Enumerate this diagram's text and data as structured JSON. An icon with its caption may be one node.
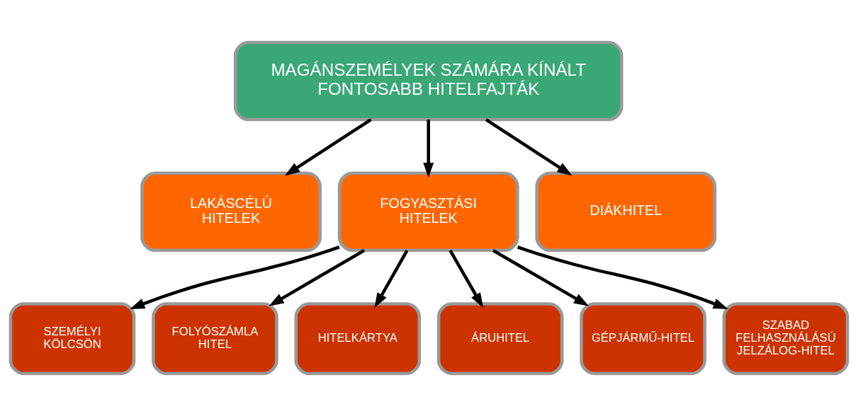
{
  "diagram": {
    "nodes": [
      {
        "text": [
          "MAGÁNSZEMÉLYEK SZÁMÁRA KÍNÁLT FONTOSABB HITELFAJTÁK"
        ]
      },
      {
        "text": [
          "LAKÁSCÉLÚ HITELEK"
        ]
      },
      {
        "text": [
          "FOGYASZTÁSI HITELEK"
        ]
      },
      {
        "text": [
          "DIÁKHITEL"
        ]
      },
      {
        "text": [
          "SZEMÉLYI KÖLCSÖN"
        ]
      },
      {
        "text": [
          "FOLYÓSZÁMLA HITEL"
        ]
      },
      {
        "text": [
          "HITELKÁRTYA"
        ]
      },
      {
        "text": [
          "ÁRUHITEL"
        ]
      },
      {
        "text": [
          "GÉPJÁRMŰ-HITEL"
        ]
      },
      {
        "text": [
          "SZABAD FELHASZNÁLÁSÚ JELZÁLOG-HITEL"
        ]
      }
    ],
    "edges": [
      {
        "from": 0,
        "to": 1,
        "arrow": "to"
      },
      {
        "from": 0,
        "to": 2,
        "arrow": "to"
      },
      {
        "from": 0,
        "to": 3,
        "arrow": "to"
      },
      {
        "from": 2,
        "to": 4,
        "arrow": "to"
      },
      {
        "from": 2,
        "to": 5,
        "arrow": "to"
      },
      {
        "from": 2,
        "to": 6,
        "arrow": "to"
      },
      {
        "from": 2,
        "to": 7,
        "arrow": "to"
      },
      {
        "from": 2,
        "to": 8,
        "arrow": "to"
      },
      {
        "from": 2,
        "to": 9,
        "arrow": "to"
      }
    ]
  }
}
